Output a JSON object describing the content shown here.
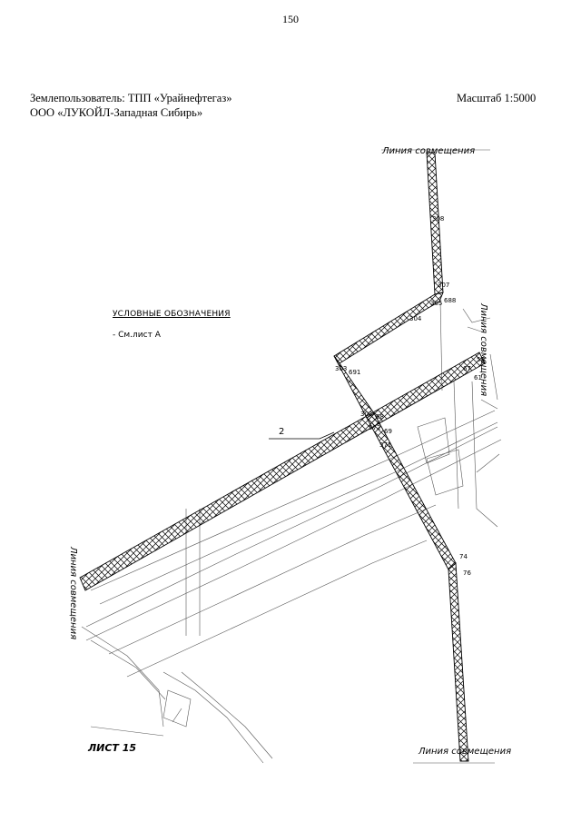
{
  "page_number": "150",
  "header": {
    "land_user_line1": "Землепользователь: ТПП «Урайнефтегаз»",
    "land_user_line2": "ООО «ЛУКОЙЛ-Западная Сибирь»",
    "scale": "Масштаб 1:5000"
  },
  "map": {
    "match_line_label": "Линия совмещения",
    "legend_title": "УСЛОВНЫЕ ОБОЗНАЧЕНИЯ",
    "legend_item": "- См.лист А",
    "callout_label": "2",
    "sheet_label": "ЛИСТ 15",
    "points": {
      "p308": "308",
      "p307": "307",
      "p305": "305",
      "p688": "688",
      "p304": "304",
      "p303": "303",
      "p691": "691",
      "p302": "302",
      "p68": "68",
      "p572": "572",
      "p69": "69",
      "p571": "571",
      "p59": "59",
      "p67": "67",
      "p61": "61",
      "p74": "74",
      "p76": "76"
    }
  }
}
